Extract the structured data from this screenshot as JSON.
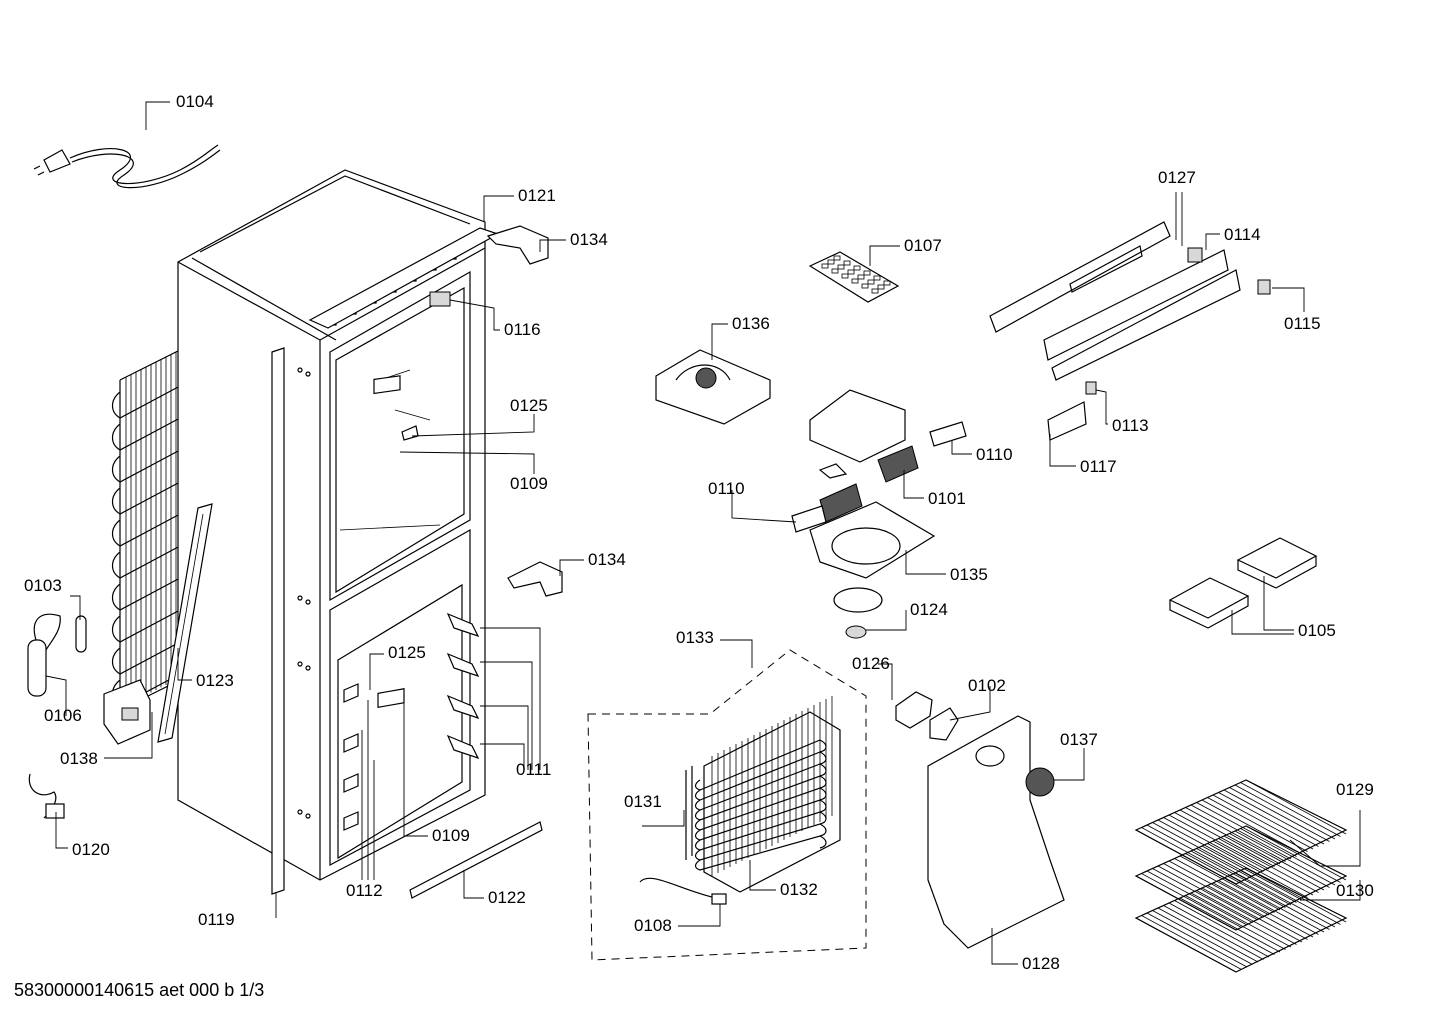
{
  "labels": {
    "p0101": "0101",
    "p0102": "0102",
    "p0103": "0103",
    "p0104": "0104",
    "p0105": "0105",
    "p0106": "0106",
    "p0107": "0107",
    "p0108": "0108",
    "p0109": "0109",
    "p0110": "0110",
    "p0111": "0111",
    "p0112": "0112",
    "p0113": "0113",
    "p0114": "0114",
    "p0115": "0115",
    "p0116": "0116",
    "p0117": "0117",
    "p0119": "0119",
    "p0120": "0120",
    "p0121": "0121",
    "p0122": "0122",
    "p0123": "0123",
    "p0124": "0124",
    "p0125": "0125",
    "p0126": "0126",
    "p0127": "0127",
    "p0128": "0128",
    "p0129": "0129",
    "p0130": "0130",
    "p0131": "0131",
    "p0132": "0132",
    "p0133": "0133",
    "p0134": "0134",
    "p0135": "0135",
    "p0136": "0136",
    "p0137": "0137",
    "p0138": "0138"
  },
  "footer": {
    "code": "58300000140615 aet 000 b 1/3"
  }
}
